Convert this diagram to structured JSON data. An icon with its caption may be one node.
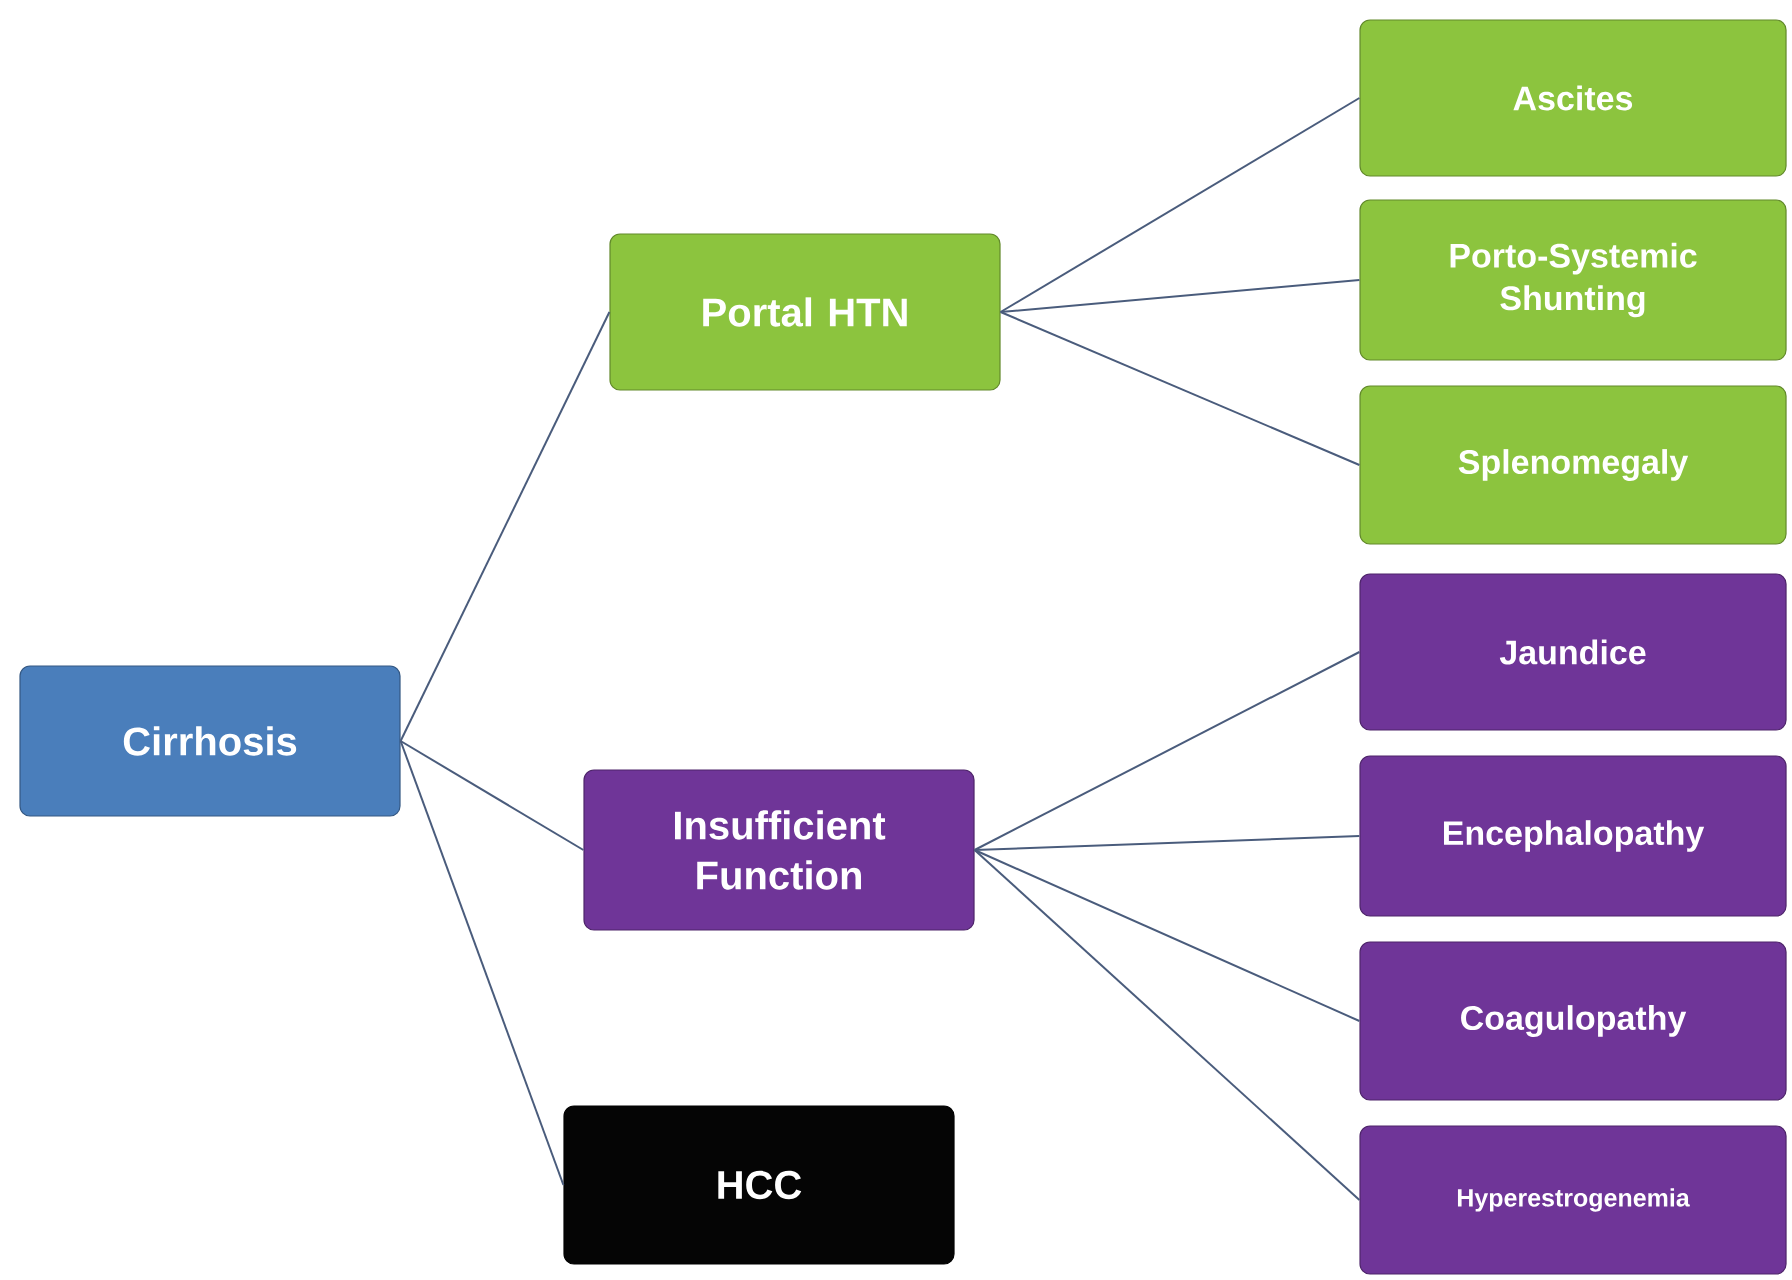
{
  "diagram": {
    "nodes": [
      {
        "text": [
          "Cirrhosis"
        ]
      },
      {
        "text": [
          "Portal HTN"
        ]
      },
      {
        "text": [
          "Insufficient Function"
        ]
      },
      {
        "text": [
          "HCC"
        ]
      },
      {
        "text": [
          "Ascites"
        ]
      },
      {
        "text": [
          "Porto-Systemic Shunting"
        ]
      },
      {
        "text": [
          "Splenomegaly"
        ]
      },
      {
        "text": [
          "Jaundice"
        ]
      },
      {
        "text": [
          "Encephalopathy"
        ]
      },
      {
        "text": [
          "Coagulopathy"
        ]
      },
      {
        "text": [
          "Hyperestrogenemia"
        ]
      }
    ],
    "edges": [
      {
        "from": 0,
        "to": 1,
        "arrow": "none"
      },
      {
        "from": 0,
        "to": 2,
        "arrow": "none"
      },
      {
        "from": 0,
        "to": 3,
        "arrow": "none"
      },
      {
        "from": 1,
        "to": 4,
        "arrow": "none"
      },
      {
        "from": 1,
        "to": 5,
        "arrow": "none"
      },
      {
        "from": 1,
        "to": 6,
        "arrow": "none"
      },
      {
        "from": 2,
        "to": 7,
        "arrow": "none"
      },
      {
        "from": 2,
        "to": 8,
        "arrow": "none"
      },
      {
        "from": 2,
        "to": 9,
        "arrow": "none"
      },
      {
        "from": 2,
        "to": 10,
        "arrow": "none"
      }
    ]
  }
}
